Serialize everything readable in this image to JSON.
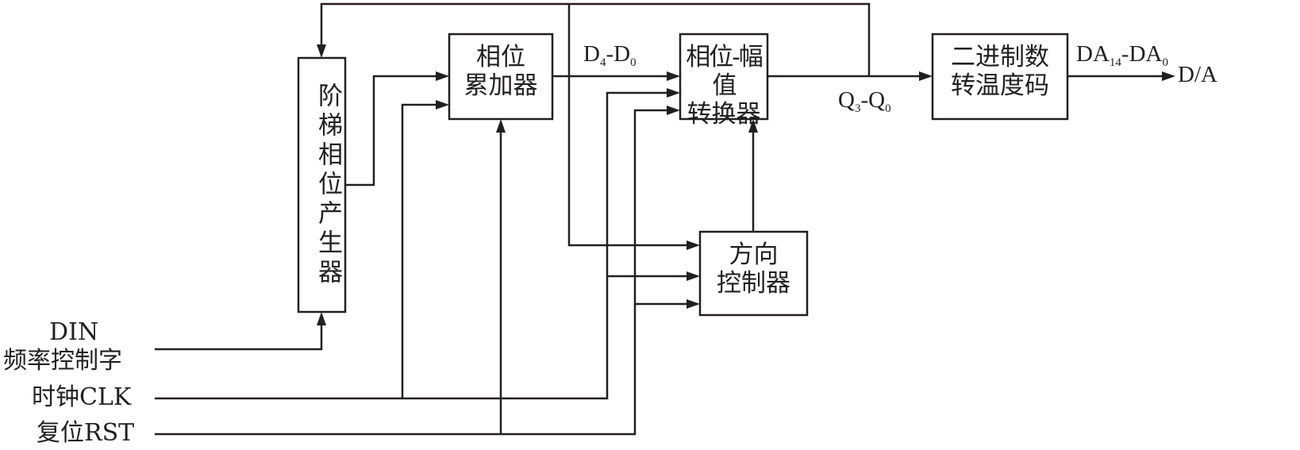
{
  "diagram": {
    "blocks": {
      "stair_phase": {
        "label": "阶梯相位产生器"
      },
      "accumulator": {
        "line1": "相位",
        "line2": "累加器"
      },
      "phase_amp": {
        "line1": "相位-幅值",
        "line2": "转换器"
      },
      "bin_thermo": {
        "line1": "二进制数",
        "line2": "转温度码"
      },
      "direction": {
        "line1": "方向",
        "line2": "控制器"
      }
    },
    "inputs": {
      "din_top": "DIN",
      "din_bottom": "频率控制字",
      "clk": "时钟CLK",
      "rst": "复位RST"
    },
    "signals": {
      "d_bus": {
        "a": "D",
        "a_sub": "4",
        "sep": "-",
        "b": "D",
        "b_sub": "0"
      },
      "q_bus": {
        "a": "Q",
        "a_sub": "3",
        "sep": "-",
        "b": "Q",
        "b_sub": "0"
      },
      "da_bus": {
        "a": "DA",
        "a_sub": "14",
        "sep": "-",
        "b": "DA",
        "b_sub": "0"
      },
      "output": "D/A"
    }
  }
}
